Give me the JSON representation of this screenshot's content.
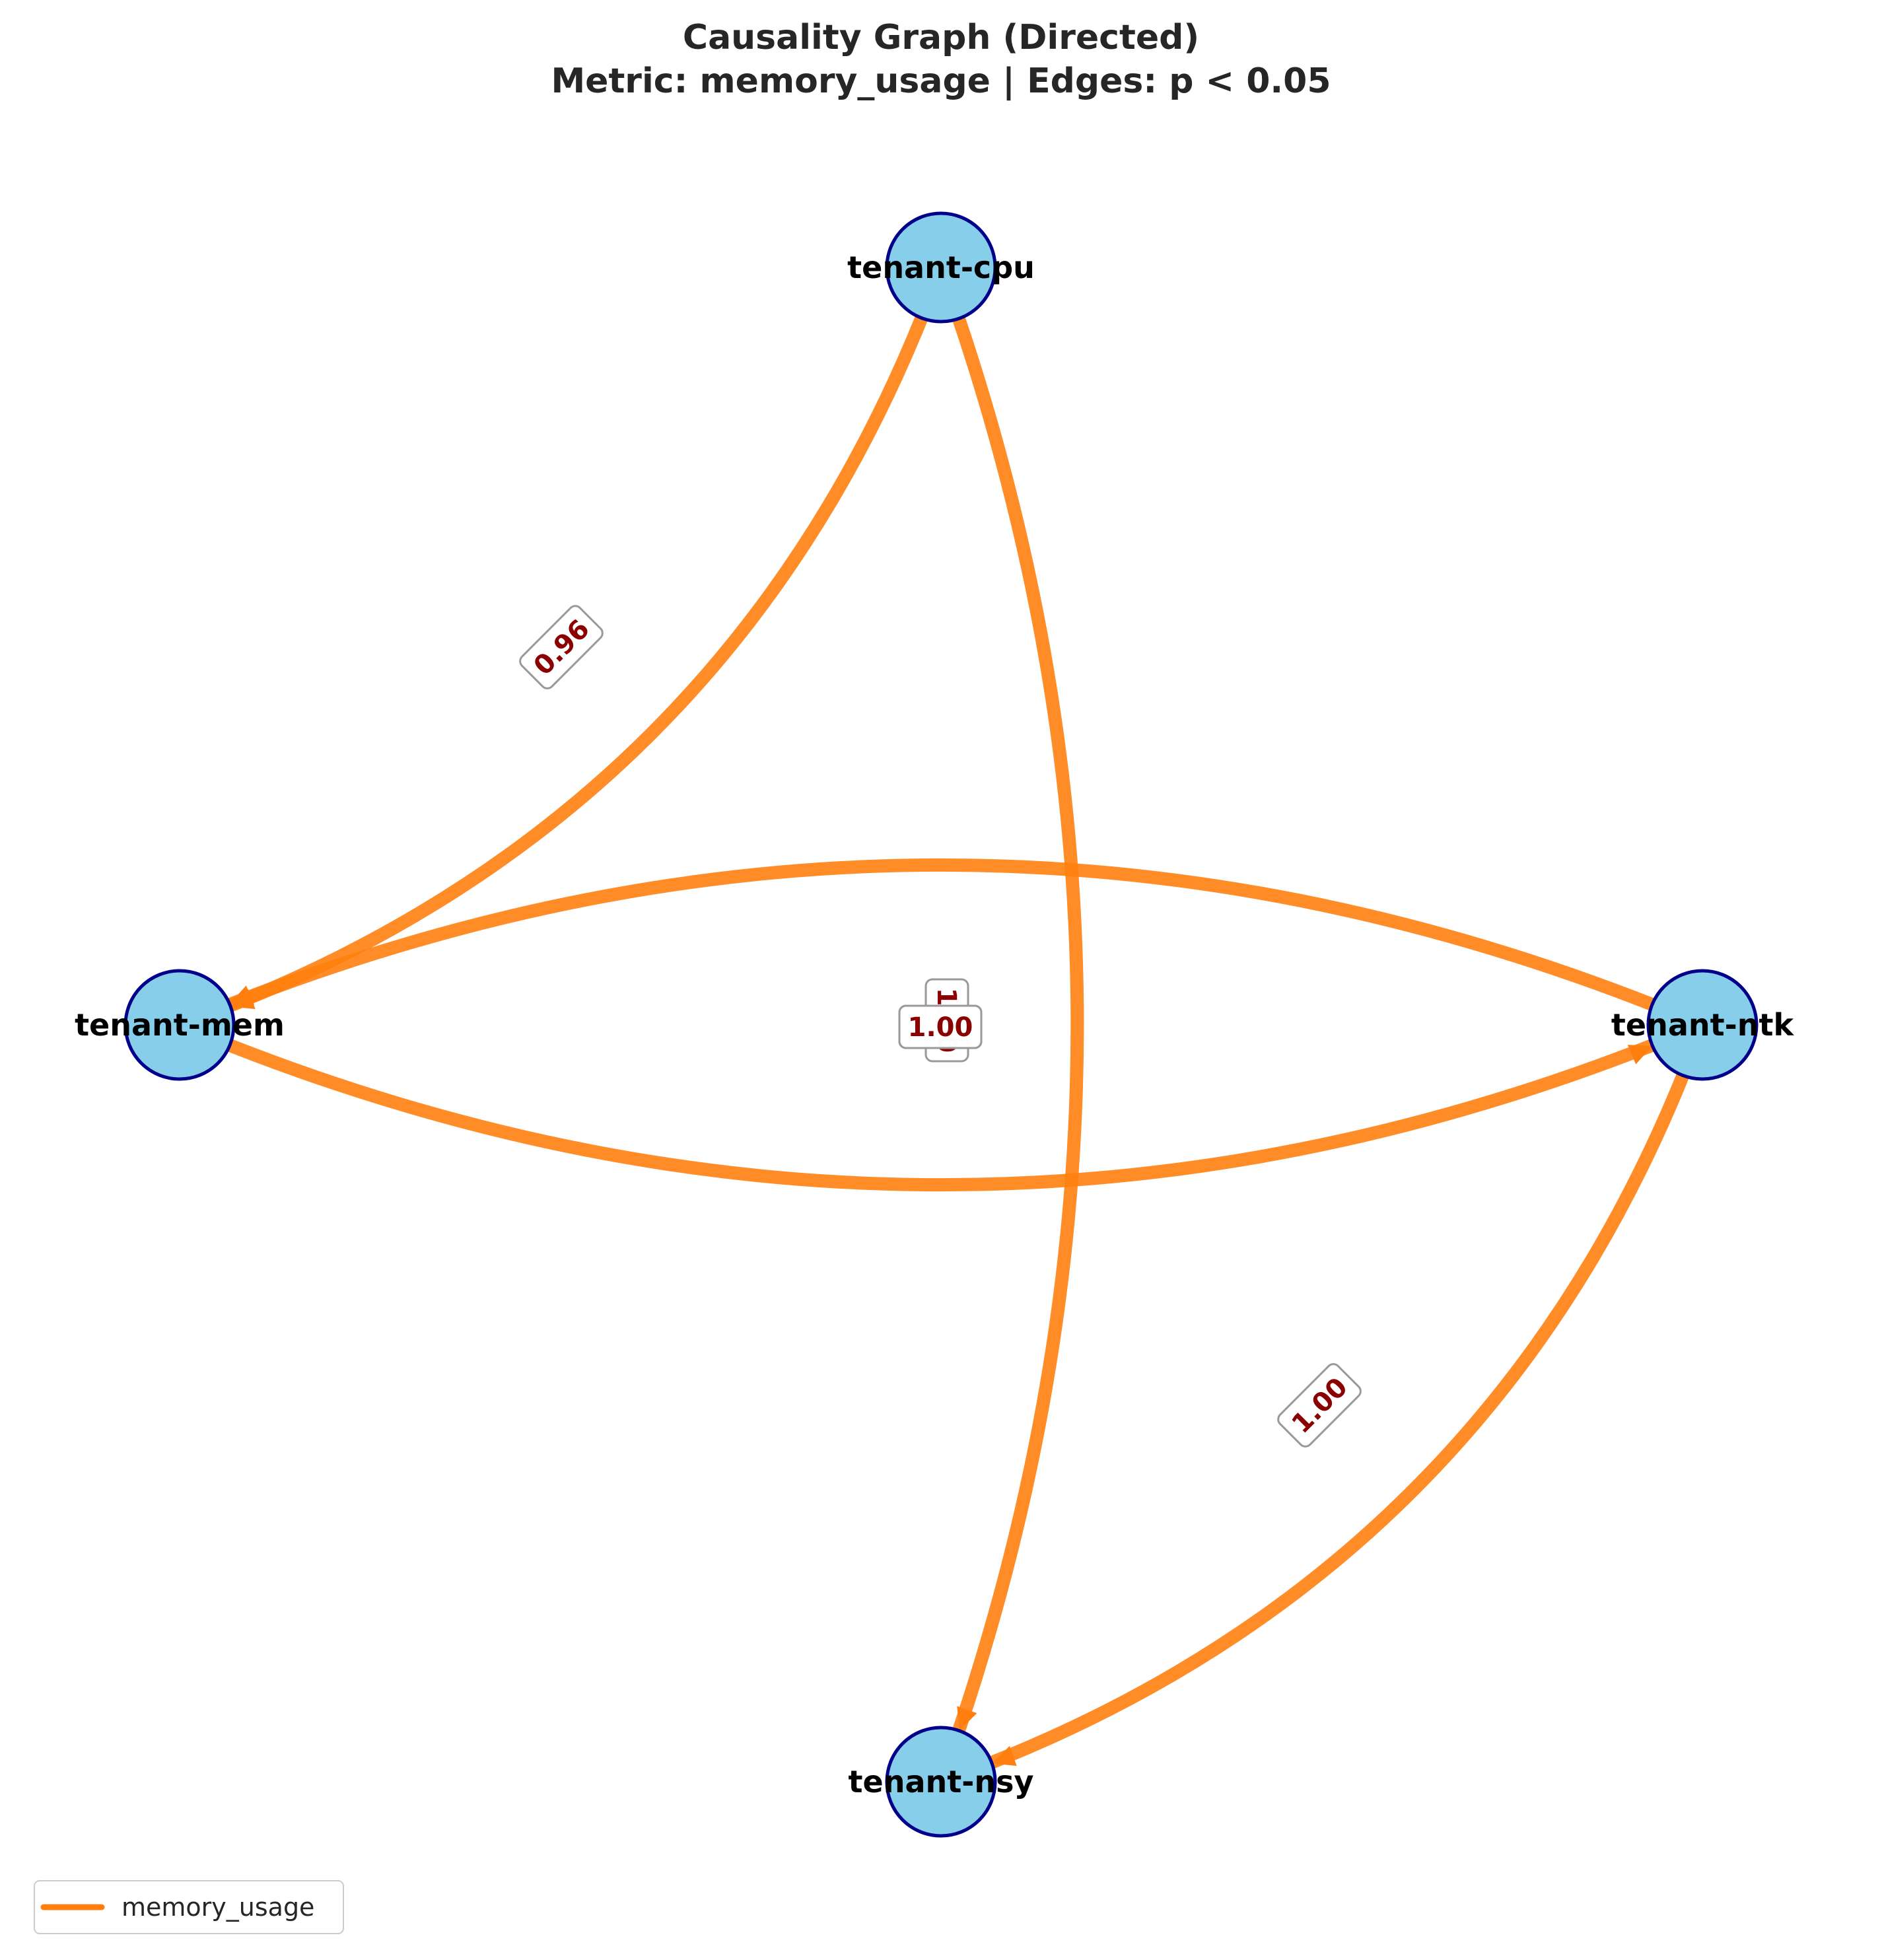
{
  "title": {
    "line1": "Causality Graph (Directed)",
    "line2": "Metric: memory_usage | Edges: p < 0.05"
  },
  "colors": {
    "node_fill": "#87ceeb",
    "node_stroke": "#00008b",
    "edge": "#ff7f0e",
    "label_text": "#8b0000",
    "label_box_stroke": "#999999"
  },
  "nodes": [
    {
      "id": "cpu",
      "label": "tenant-cpu"
    },
    {
      "id": "mem",
      "label": "tenant-mem"
    },
    {
      "id": "ntk",
      "label": "tenant-ntk"
    },
    {
      "id": "nsy",
      "label": "tenant-nsy"
    }
  ],
  "edges": [
    {
      "from": "cpu",
      "to": "mem",
      "weight": "0.96"
    },
    {
      "from": "cpu",
      "to": "nsy",
      "weight": "1.00"
    },
    {
      "from": "ntk",
      "to": "mem",
      "weight": "1.00"
    },
    {
      "from": "mem",
      "to": "ntk",
      "weight": "1.00"
    },
    {
      "from": "ntk",
      "to": "nsy",
      "weight": "1.00"
    }
  ],
  "legend": {
    "items": [
      {
        "label": "memory_usage"
      }
    ]
  }
}
